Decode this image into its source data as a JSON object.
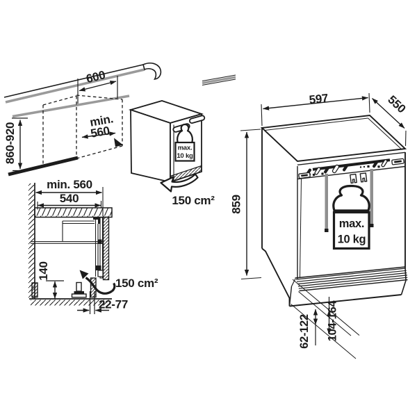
{
  "colors": {
    "line": "#1c1c1c",
    "gray_strip": "#9a9a9a",
    "rod_gray": "#8f8f8f",
    "background": "#ffffff"
  },
  "niche_view": {
    "width_dim": "600",
    "depth_dim_line1": "min.",
    "depth_dim_line2": "560",
    "height_dim": "860-920",
    "weight_line1": "max.",
    "weight_line2": "10 kg",
    "vent_area": "150 cm²"
  },
  "section_view": {
    "niche_depth_dim": "min. 560",
    "counter_depth_dim": "540",
    "vent_height_dim": "140",
    "vent_area": "150 cm²",
    "plinth_gap_dim": "22-77"
  },
  "front_view": {
    "width_dim": "597",
    "depth_dim": "550",
    "height_dim": "859",
    "weight_line1": "max.",
    "weight_line2": "10 kg",
    "plinth_dim_small": "62-122",
    "plinth_dim_large": "104-164"
  }
}
